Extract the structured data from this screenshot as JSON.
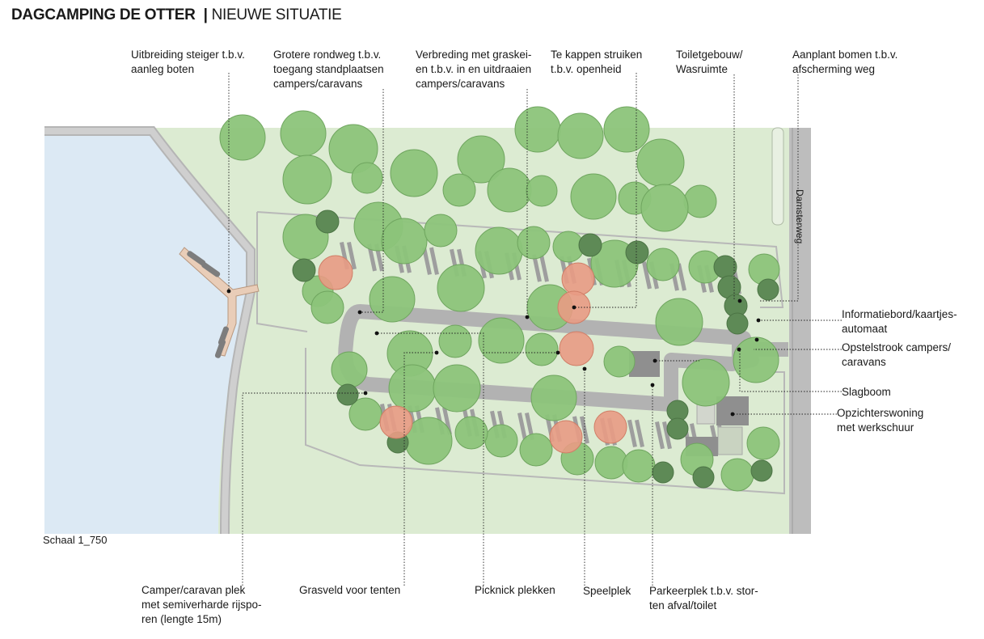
{
  "title": {
    "name": "DAGCAMPING DE OTTER",
    "separator": "|",
    "subtitle": "NIEUWE SITUATIE"
  },
  "scale": "Schaal  1_750",
  "road": "Damsterweg",
  "labels": {
    "steiger": "Uitbreiding steiger t.b.v.\naanleg boten",
    "rondweg": "Grotere rondweg t.b.v.\ntoegang standplaatsen\ncampers/caravans",
    "verbreding": "Verbreding met graskei-\nen t.b.v. in en uitdraaien\ncampers/caravans",
    "struiken": "Te kappen struiken\nt.b.v. openheid",
    "toilet": "Toiletgebouw/\nWasruimte",
    "bomen": "Aanplant bomen t.b.v.\nafscherming weg",
    "infobord": "Informatiebord/kaartjes-\nautomaat",
    "opstel": "Opstelstrook campers/\ncaravans",
    "slagboom": "Slagboom",
    "woning": "Opzichterswoning\nmet werkschuur",
    "camperplek": "Camper/caravan plek\nmet semiverharde rijspo-\nren (lengte 15m)",
    "grasveld": "Grasveld voor tenten",
    "picknick": "Picknick plekken",
    "speelplek": "Speelplek",
    "parkeer": "Parkeerplek t.b.v. stor-\nten afval/toilet"
  },
  "colors": {
    "water": "#dce9f4",
    "grass": "#dcebd2",
    "road": "#b8b8b8",
    "tree": "#8cc47a",
    "tree_dark": "#5e8a56",
    "tree_remove": "#e89b84",
    "building": "#8f8f8f",
    "deck": "#e9cdb8"
  }
}
